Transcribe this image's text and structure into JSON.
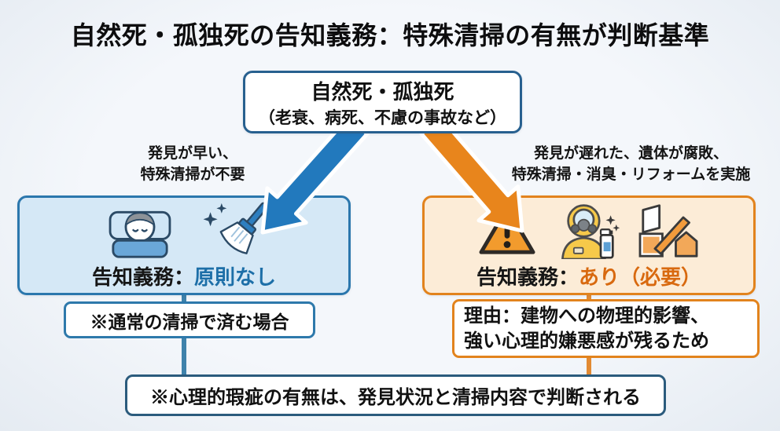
{
  "title": "自然死・孤独死の告知義務：特殊清掃の有無が判断基準",
  "source_box": {
    "line1": "自然死・孤独死",
    "line2": "（老衰、病死、不慮の事故など）"
  },
  "left_branch": {
    "condition_line1": "発見が早い、",
    "condition_line2": "特殊清掃が不要",
    "duty_prefix": "告知義務：",
    "duty_value": "原則なし",
    "note": "※通常の清掃で済む場合",
    "icons": [
      "sleeping-person-icon",
      "broom-sparkles-icon"
    ]
  },
  "right_branch": {
    "condition_line1": "発見が遅れた、遺体が腐敗、",
    "condition_line2": "特殊清掃・消臭・リフォームを実施",
    "duty_prefix": "告知義務：",
    "duty_value": "あり（必要）",
    "reason_line1": "理由：建物への物理的影響、",
    "reason_line2": "強い心理的嫌悪感が残るため",
    "icons": [
      "warning-triangle-icon",
      "hazmat-worker-spray-icon",
      "renovation-house-icon"
    ]
  },
  "footer_note": "※心理的瑕疵の有無は、発見状況と清掃内容で判断される",
  "colors": {
    "blue_arrow": "#2279bd",
    "orange_arrow": "#e8851c",
    "left_box_bg": "#d5e8f6",
    "left_box_border": "#2b77ad",
    "right_box_bg": "#fcecd7",
    "right_box_border": "#e2831d",
    "duty_value_blue": "#1d6fa8",
    "duty_value_orange": "#d8690f",
    "top_box_border": "#27608f",
    "bottom_box_border": "#2b5b7d",
    "blue_connector": "#3f82ab",
    "orange_connector": "#e28a33"
  }
}
